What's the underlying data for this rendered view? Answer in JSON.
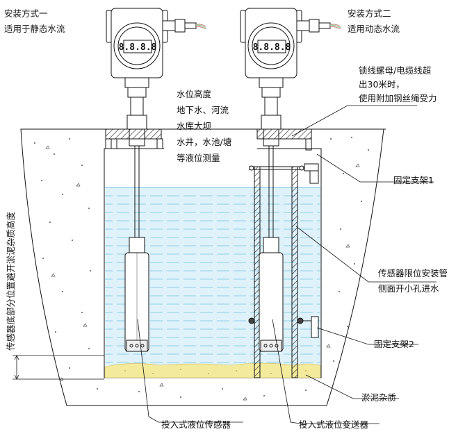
{
  "labels": {
    "install_method_1": "安装方式一",
    "install_method_1_desc": "适用于静态水流",
    "install_method_2": "安装方式二",
    "install_method_2_desc": "适用动态水流",
    "water_level_height": "水位高度",
    "app_line_1": "地下水、河流",
    "app_line_2": "水库大坝",
    "app_line_3": "水井，水池/塘",
    "app_line_4": "等液位测量",
    "lock_nut_line_1": "锁线螺母/电缆线超",
    "lock_nut_line_2": "出30米时，",
    "lock_nut_line_3": "使用附加钢丝绳受力",
    "bracket_1": "固定支架1",
    "limit_pipe_line_1": "传感器限位安装管",
    "limit_pipe_line_2": "侧面开小孔进水",
    "bracket_2": "固定支架2",
    "sludge": "淤泥杂质",
    "vertical_note": "传感器底部分位置避开淤泥杂质高度",
    "sensor_name": "投入式液位传感器",
    "transmitter_name": "投入式液位变送器",
    "display_left": "8.8.8.8",
    "display_right": "8.8.8.8"
  },
  "colors": {
    "water": "#dff2fa",
    "water_lines": "#8ccde6",
    "sludge": "#f3ea9c",
    "line": "#111111",
    "concrete": "#ffffff"
  }
}
